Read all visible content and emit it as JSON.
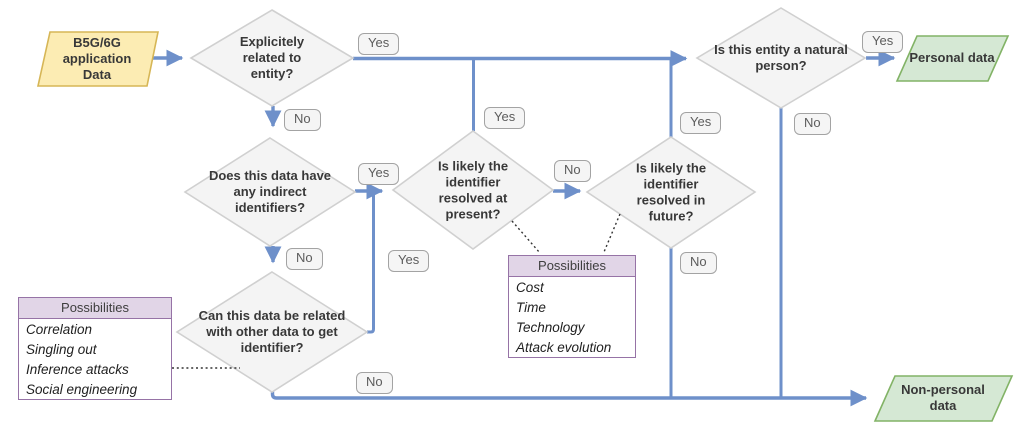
{
  "diagram": {
    "start": {
      "label": "B5G/6G application Data"
    },
    "decisions": [
      {
        "label": "Explicitely related to entity?"
      },
      {
        "label": "Does this data have any indirect identifiers?"
      },
      {
        "label": "Is likely the identifier resolved at present?"
      },
      {
        "label": "Is likely the identifier resolved in future?"
      },
      {
        "label": "Can this data be related with other data to get identifier?"
      },
      {
        "label": "Is this entity a natural person?"
      }
    ],
    "outcomes": [
      {
        "label": "Personal data"
      },
      {
        "label": "Non-personal data"
      }
    ],
    "edge_labels": [
      {
        "edge": "explicitly-related-yes",
        "text": "Yes"
      },
      {
        "edge": "explicitly-related-no",
        "text": "No"
      },
      {
        "edge": "indirect-identifiers-yes",
        "text": "Yes"
      },
      {
        "edge": "indirect-identifiers-no",
        "text": "No"
      },
      {
        "edge": "related-other-data-yes",
        "text": "Yes"
      },
      {
        "edge": "resolved-present-yes",
        "text": "Yes"
      },
      {
        "edge": "resolved-present-no",
        "text": "No"
      },
      {
        "edge": "resolved-future-yes",
        "text": "Yes"
      },
      {
        "edge": "resolved-future-no",
        "text": "No"
      },
      {
        "edge": "natural-person-yes",
        "text": "Yes"
      },
      {
        "edge": "natural-person-no",
        "text": "No"
      },
      {
        "edge": "related-other-data-no",
        "text": "No"
      }
    ],
    "possibilities_boxes": [
      {
        "title": "Possibilities",
        "items": [
          "Correlation",
          "Singling out",
          "Inference attacks",
          "Social engineering"
        ]
      },
      {
        "title": "Possibilities",
        "items": [
          "Cost",
          "Time",
          "Technology",
          "Attack evolution"
        ]
      }
    ],
    "colors": {
      "flow_line": "#6e90ca",
      "start_fill": "#fcecb3",
      "start_border": "#d6b656",
      "outcome_fill": "#d5e8d4",
      "outcome_border": "#82b366",
      "decision_fill": "#f4f4f4",
      "decision_border": "#d0d0d0",
      "possibilities_header_fill": "#e1d5e7",
      "possibilities_border": "#9673a6",
      "edge_label_fill": "#f5f5f5",
      "edge_label_border": "#a3a3a3"
    }
  }
}
